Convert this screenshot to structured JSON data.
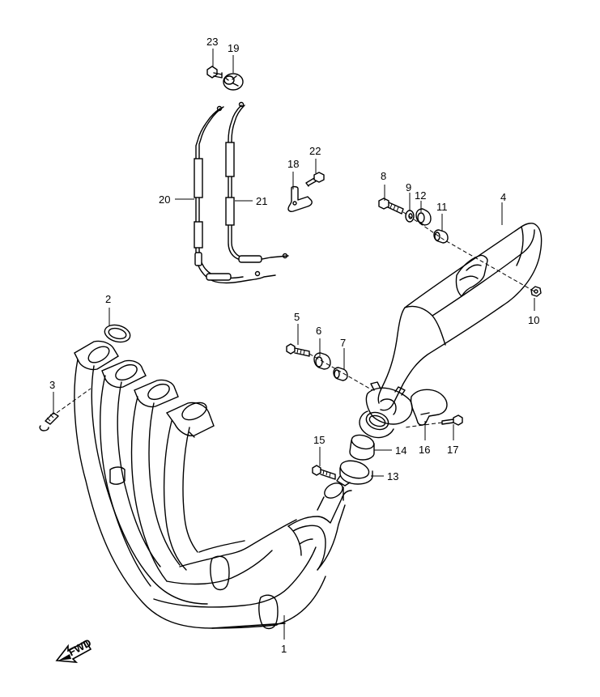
{
  "diagram": {
    "parts": [
      {
        "ref": "1"
      },
      {
        "ref": "2"
      },
      {
        "ref": "3"
      },
      {
        "ref": "4"
      },
      {
        "ref": "5"
      },
      {
        "ref": "6"
      },
      {
        "ref": "7"
      },
      {
        "ref": "8"
      },
      {
        "ref": "9"
      },
      {
        "ref": "10"
      },
      {
        "ref": "11"
      },
      {
        "ref": "12"
      },
      {
        "ref": "13"
      },
      {
        "ref": "14"
      },
      {
        "ref": "15"
      },
      {
        "ref": "16"
      },
      {
        "ref": "17"
      },
      {
        "ref": "18"
      },
      {
        "ref": "19"
      },
      {
        "ref": "20"
      },
      {
        "ref": "21"
      },
      {
        "ref": "22"
      },
      {
        "ref": "23"
      }
    ],
    "fwd_label": "FWD"
  },
  "colors": {
    "line": "#000000",
    "background": "#ffffff"
  }
}
